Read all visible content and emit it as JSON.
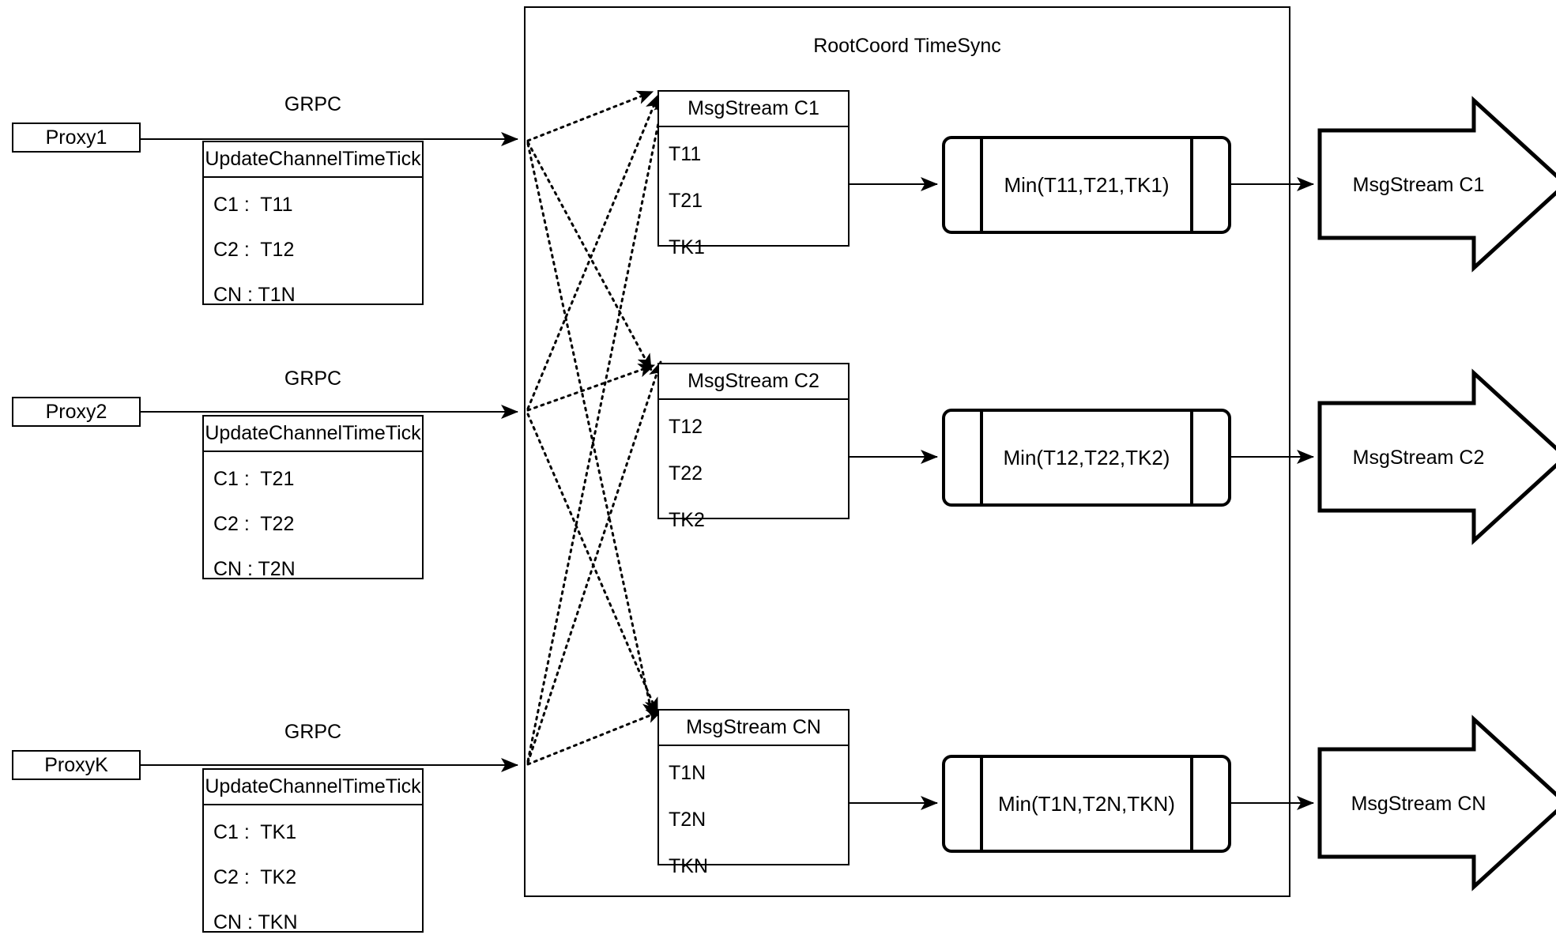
{
  "diagram": {
    "container_title": "RootCoord TimeSync",
    "grpc_label": "GRPC",
    "rpc_header": "UpdateChannelTimeTick"
  },
  "proxies": [
    {
      "name": "Proxy1",
      "grpc": "GRPC",
      "rpc_header": "UpdateChannelTimeTick",
      "rows": [
        "C1 :  T11",
        "C2 :  T12",
        "CN : T1N"
      ]
    },
    {
      "name": "Proxy2",
      "grpc": "GRPC",
      "rpc_header": "UpdateChannelTimeTick",
      "rows": [
        "C1 :  T21",
        "C2 :  T22",
        "CN : T2N"
      ]
    },
    {
      "name": "ProxyK",
      "grpc": "GRPC",
      "rpc_header": "UpdateChannelTimeTick",
      "rows": [
        "C1 :  TK1",
        "C2 :  TK2",
        "CN : TKN"
      ]
    }
  ],
  "channels": [
    {
      "stream_title": "MsgStream C1",
      "ticks": [
        "T11",
        "T21",
        "TK1"
      ],
      "min_label": "Min(T11,T21,TK1)",
      "output_label": "MsgStream C1"
    },
    {
      "stream_title": "MsgStream C2",
      "ticks": [
        "T12",
        "T22",
        "TK2"
      ],
      "min_label": "Min(T12,T22,TK2)",
      "output_label": "MsgStream C2"
    },
    {
      "stream_title": "MsgStream CN",
      "ticks": [
        "T1N",
        "T2N",
        "TKN"
      ],
      "min_label": "Min(T1N,T2N,TKN)",
      "output_label": "MsgStream CN"
    }
  ],
  "colors": {
    "stroke": "#000000",
    "background": "#ffffff"
  }
}
